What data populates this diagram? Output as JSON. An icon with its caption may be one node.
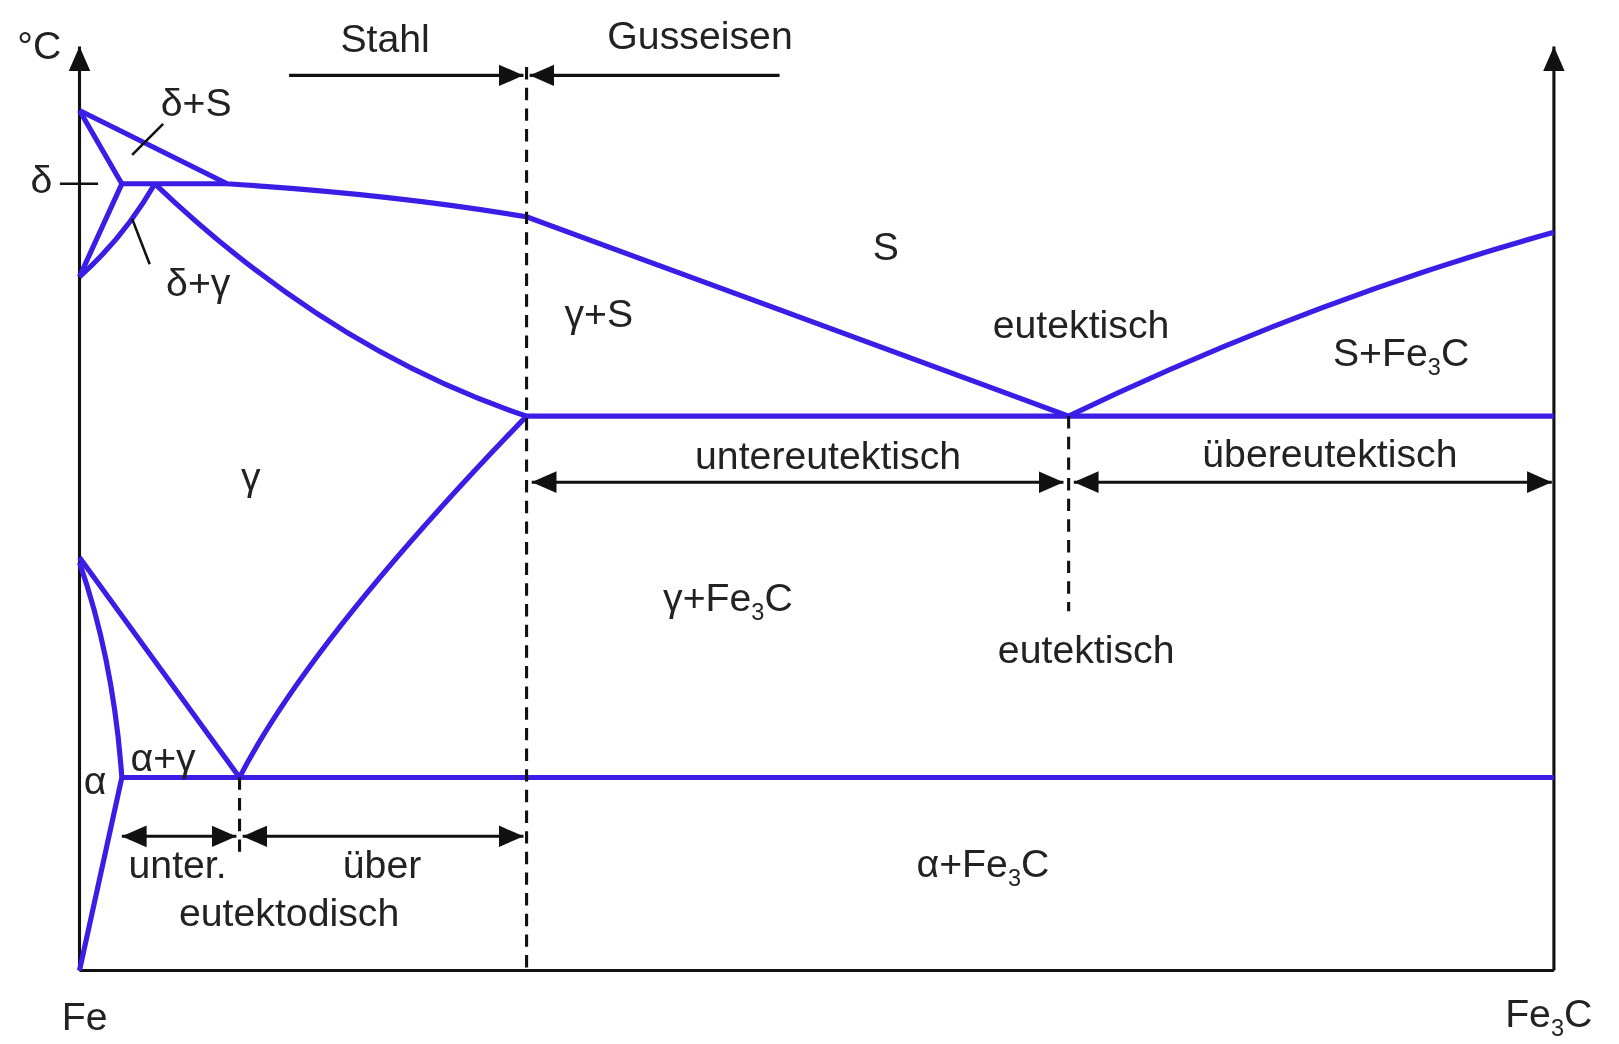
{
  "diagram": {
    "nodes": [
      {
        "text": [
          "δ+S"
        ]
      },
      {
        "text": [
          "δ"
        ]
      },
      {
        "text": [
          "δ+γ"
        ]
      }
    ],
    "edges": [
      {
        "from": 0,
        "to": null,
        "arrow": "none"
      },
      {
        "from": 1,
        "to": null,
        "arrow": "none"
      },
      {
        "from": 2,
        "to": null,
        "arrow": "none"
      }
    ],
    "labels": [
      "°C",
      "Stahl",
      "Gusseisen",
      "S",
      "γ+S",
      "eutektisch",
      "S+Fe$_{3}$C",
      "γ",
      "untereutektisch",
      "übereutektisch",
      "γ+Fe$_{3}$C",
      "eutektisch",
      "α+γ",
      "α",
      "unter.",
      "über",
      "eutektodisch",
      "α+Fe$_{3}$C",
      "Fe",
      "Fe$_{3}$C"
    ]
  }
}
